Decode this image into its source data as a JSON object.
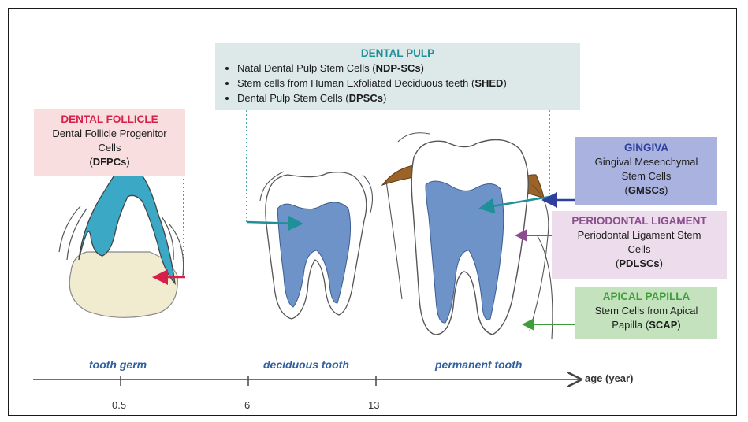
{
  "follicle": {
    "title": "DENTAL FOLLICLE",
    "line1": "Dental Follicle Progenitor",
    "line2": "Cells",
    "abbr": "DFPCs",
    "color": "#d6204a",
    "bg": "#f8dede"
  },
  "pulp": {
    "title": "DENTAL PULP",
    "items": [
      {
        "text": "Natal Dental Pulp Stem Cells (",
        "abbr": "NDP-SCs",
        "tail": ")"
      },
      {
        "text": "Stem cells from Human Exfoliated Deciduous teeth (",
        "abbr": "SHED",
        "tail": ")"
      },
      {
        "text": "Dental Pulp Stem Cells (",
        "abbr": "DPSCs",
        "tail": ")"
      }
    ],
    "color": "#1f8f98",
    "bg": "#dde8e8"
  },
  "gingiva": {
    "title": "GINGIVA",
    "line1": "Gingival Mesenchymal",
    "line2": "Stem Cells",
    "abbr": "GMSCs",
    "color": "#2e3f9e",
    "bg": "#aab2df"
  },
  "ligament": {
    "title": "PERIODONTAL LIGAMENT",
    "line1": "Periodontal Ligament Stem",
    "line2": "Cells",
    "abbr": "PDLSCs",
    "color": "#8a4d8e",
    "bg": "#ecdcec"
  },
  "papilla": {
    "title": "APICAL PAPILLA",
    "line1": "Stem Cells from Apical",
    "line2": "Papilla (",
    "abbr": "SCAP",
    "tail": ")",
    "color": "#3f9e3a",
    "bg": "#c5e2bf"
  },
  "stages": [
    "tooth germ",
    "deciduous tooth",
    "permanent tooth"
  ],
  "axis": {
    "label": "age (year)",
    "ticks": [
      "0.5",
      "6",
      "13"
    ]
  }
}
